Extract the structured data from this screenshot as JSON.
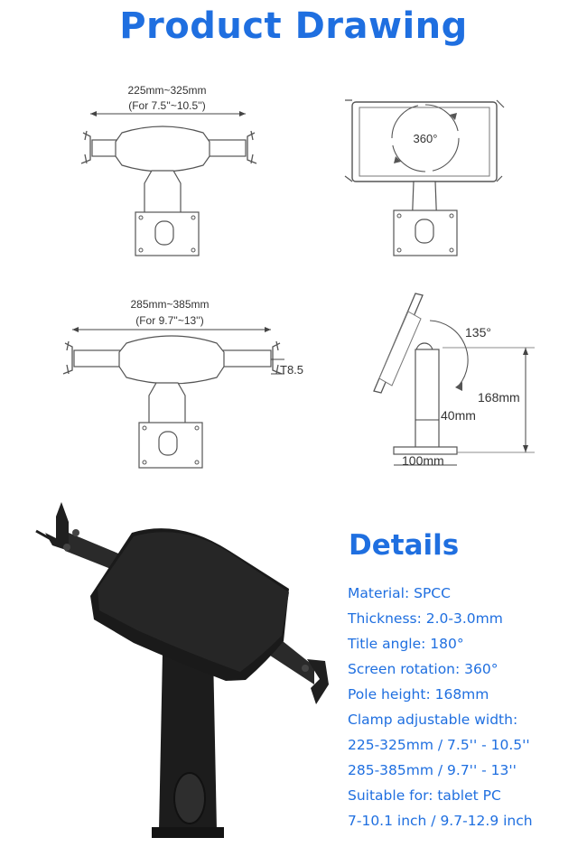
{
  "title": "Product Drawing",
  "drawings": {
    "front_small": {
      "width_label": "225mm~325mm",
      "size_label": "(For 7.5''~10.5'')"
    },
    "rotation": {
      "label": "360°"
    },
    "front_large": {
      "width_label": "285mm~385mm",
      "size_label": "(For 9.7''~13'')",
      "depth_label": "T8.5"
    },
    "side": {
      "tilt_label": "135°",
      "height_label": "168mm",
      "offset_label": "40mm",
      "base_label": "100mm"
    }
  },
  "details": {
    "title": "Details",
    "items": [
      "Material: SPCC",
      "Thickness: 2.0-3.0mm",
      "Title angle: 180°",
      "Screen rotation: 360°",
      "Pole height: 168mm",
      "Clamp adjustable width:",
      "225-325mm / 7.5'' - 10.5''",
      "285-385mm / 9.7'' - 13''",
      "Suitable for: tablet PC",
      "7-10.1 inch / 9.7-12.9 inch"
    ]
  }
}
